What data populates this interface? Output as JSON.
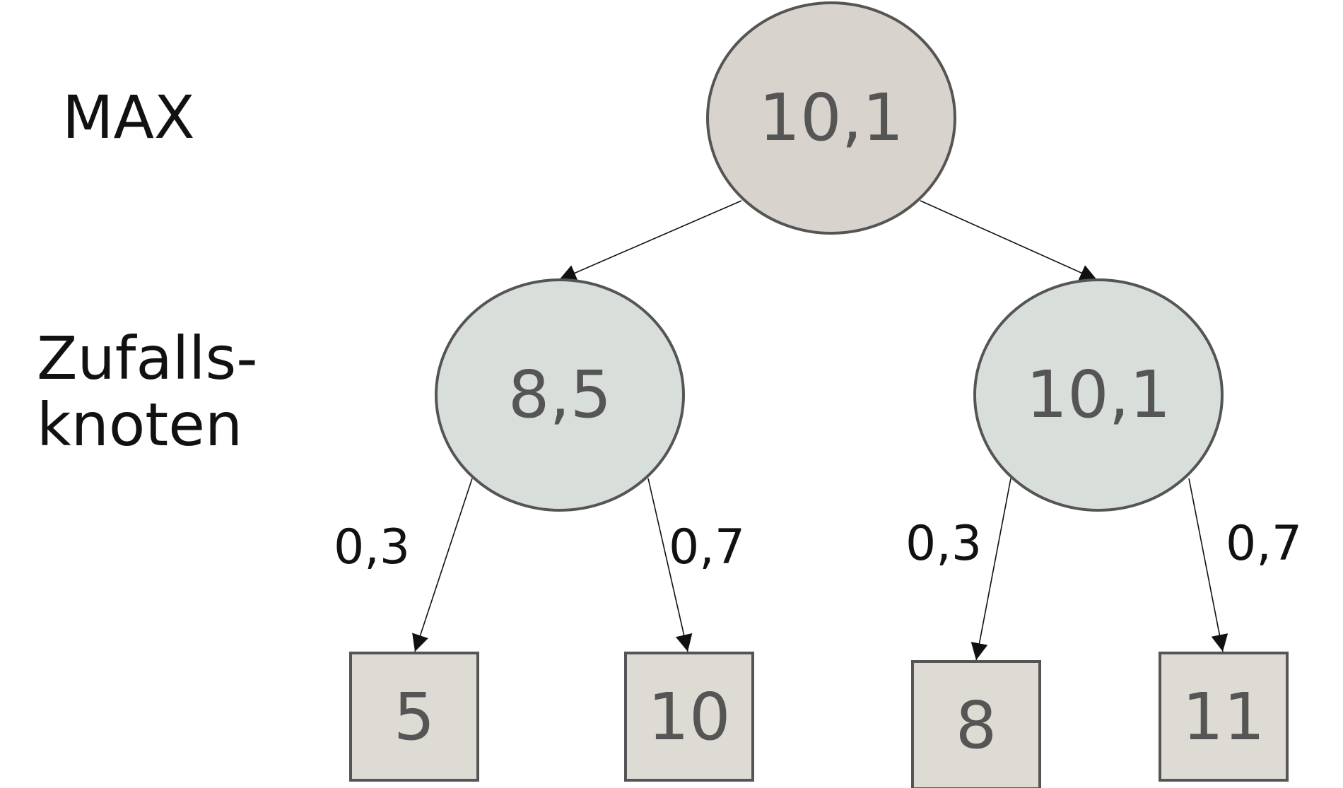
{
  "level_labels": {
    "max": "MAX",
    "chance_line1": "Zufalls-",
    "chance_line2": "knoten"
  },
  "nodes": {
    "root": {
      "value": "10,1",
      "shape": "ellipse",
      "fill": "#d8d3cd"
    },
    "chance_left": {
      "value": "8,5",
      "shape": "ellipse",
      "fill": "#d8dfdb"
    },
    "chance_right": {
      "value": "10,1",
      "shape": "ellipse",
      "fill": "#d8dfdb"
    },
    "leaf_1": {
      "value": "5",
      "shape": "square",
      "fill": "#dedbd4"
    },
    "leaf_2": {
      "value": "10",
      "shape": "square",
      "fill": "#dedbd4"
    },
    "leaf_3": {
      "value": "8",
      "shape": "square",
      "fill": "#dedbd4"
    },
    "leaf_4": {
      "value": "11",
      "shape": "square",
      "fill": "#dedbd4"
    }
  },
  "edges": {
    "root_to_left": {
      "from": "root",
      "to": "chance_left",
      "label": ""
    },
    "root_to_right": {
      "from": "root",
      "to": "chance_right",
      "label": ""
    },
    "left_to_leaf_1": {
      "from": "chance_left",
      "to": "leaf_1",
      "label": "0,3"
    },
    "left_to_leaf_2": {
      "from": "chance_left",
      "to": "leaf_2",
      "label": "0,7"
    },
    "right_to_leaf_3": {
      "from": "chance_right",
      "to": "leaf_3",
      "label": "0,3"
    },
    "right_to_leaf_4": {
      "from": "chance_right",
      "to": "leaf_4",
      "label": "0,7"
    }
  }
}
